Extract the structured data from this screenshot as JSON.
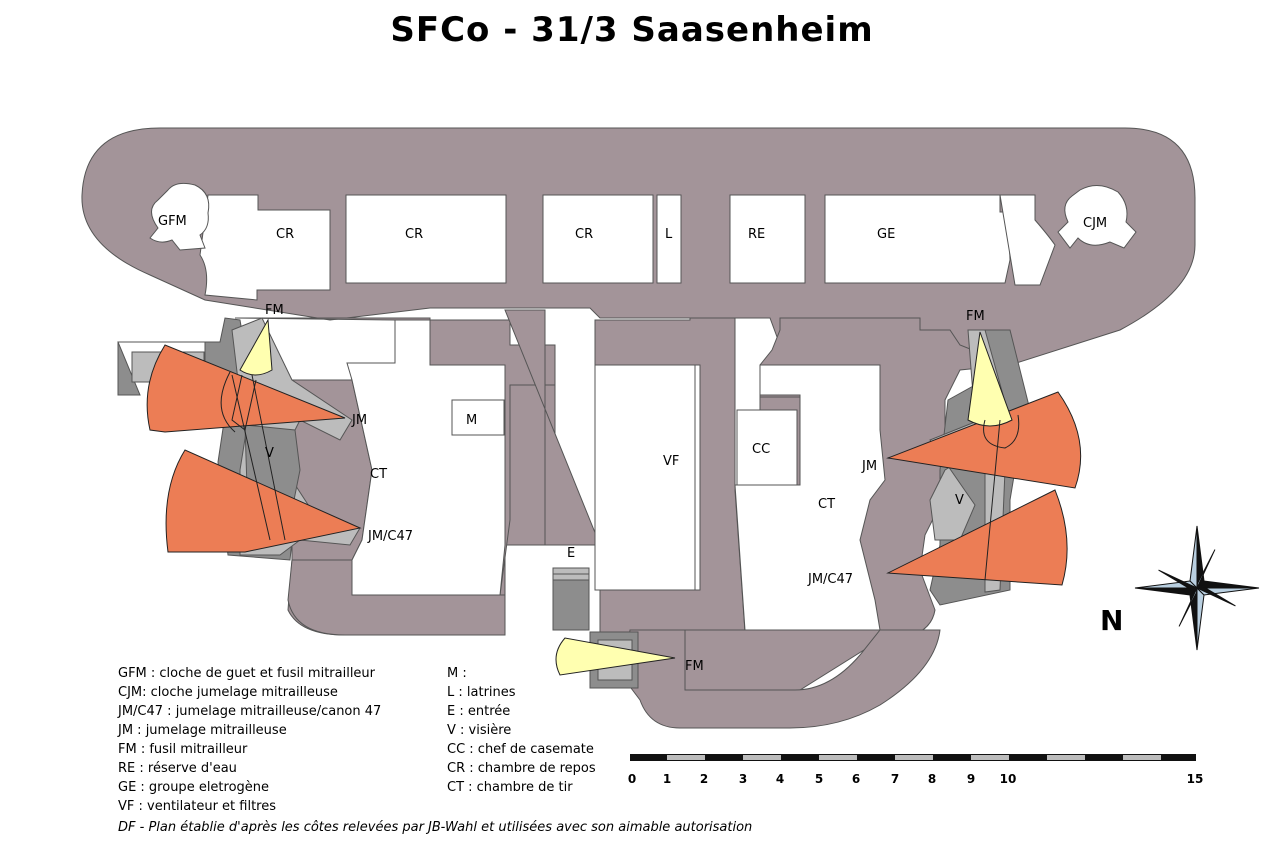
{
  "title": "SFCo  -  31/3  Saasenheim",
  "colors": {
    "concrete": "#a39499",
    "dark": "#8d8d8d",
    "mid": "#bcbcbc",
    "light": "#d6d6d6",
    "fire_orange": "#ec7d55",
    "fire_yellow": "#ffffb0"
  },
  "rooms": {
    "gfm": "GFM",
    "cjm": "CJM",
    "cr1": "CR",
    "cr2": "CR",
    "cr3": "CR",
    "l": "L",
    "re": "RE",
    "ge": "GE",
    "fm_left": "FM",
    "fm_right": "FM",
    "fm_bottom": "FM",
    "jm_left": "JM",
    "jm_right": "JM",
    "jmc47_left": "JM/C47",
    "jmc47_right": "JM/C47",
    "m": "M",
    "ct_left": "CT",
    "ct_right": "CT",
    "vf": "VF",
    "cc": "CC",
    "v_left": "V",
    "v_right": "V",
    "e": "E"
  },
  "compass": {
    "north_label": "N"
  },
  "legend_left": [
    "GFM : cloche de guet et fusil mitrailleur",
    "CJM: cloche jumelage mitrailleuse",
    "JM/C47 : jumelage mitrailleuse/canon 47",
    "JM : jumelage mitrailleuse",
    "FM : fusil mitrailleur",
    "RE : réserve d'eau",
    "GE : groupe eletrogène",
    "VF : ventilateur et filtres"
  ],
  "legend_right": [
    "M :",
    "L : latrines",
    "E : entrée",
    "V : visière",
    "CC : chef de casemate",
    "CR : chambre de repos",
    "CT : chambre de tir"
  ],
  "credit": "DF - Plan établie d'après les côtes relevées par JB-Wahl et utilisées avec son aimable autorisation",
  "scale": {
    "ticks": [
      "0",
      "1",
      "2",
      "3",
      "4",
      "5",
      "6",
      "7",
      "8",
      "9",
      "10",
      "15"
    ]
  }
}
